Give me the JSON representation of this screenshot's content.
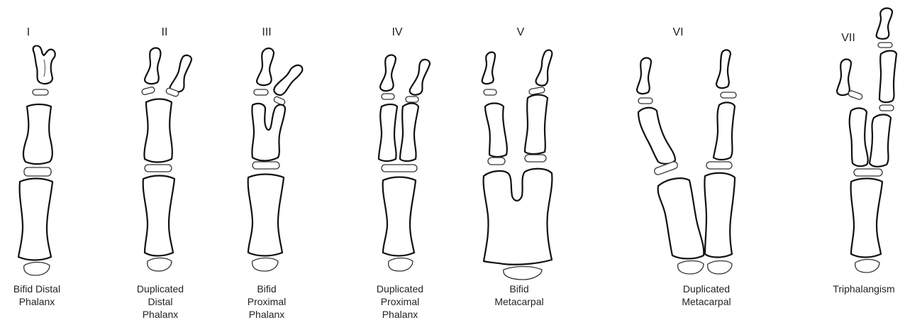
{
  "types": [
    {
      "numeral": "I",
      "caption": [
        "Bifid Distal",
        "Phalanx"
      ]
    },
    {
      "numeral": "II",
      "caption": [
        "Duplicated",
        "Distal",
        "Phalanx"
      ]
    },
    {
      "numeral": "III",
      "caption": [
        "Bifid",
        "Proximal",
        "Phalanx"
      ]
    },
    {
      "numeral": "IV",
      "caption": [
        "Duplicated",
        "Proximal",
        "Phalanx"
      ]
    },
    {
      "numeral": "V",
      "caption": [
        "Bifid",
        "Metacarpal"
      ]
    },
    {
      "numeral": "VI",
      "caption": [
        "Duplicated",
        "Metacarpal"
      ]
    },
    {
      "numeral": "VII",
      "caption": [
        "Triphalangism"
      ]
    }
  ]
}
